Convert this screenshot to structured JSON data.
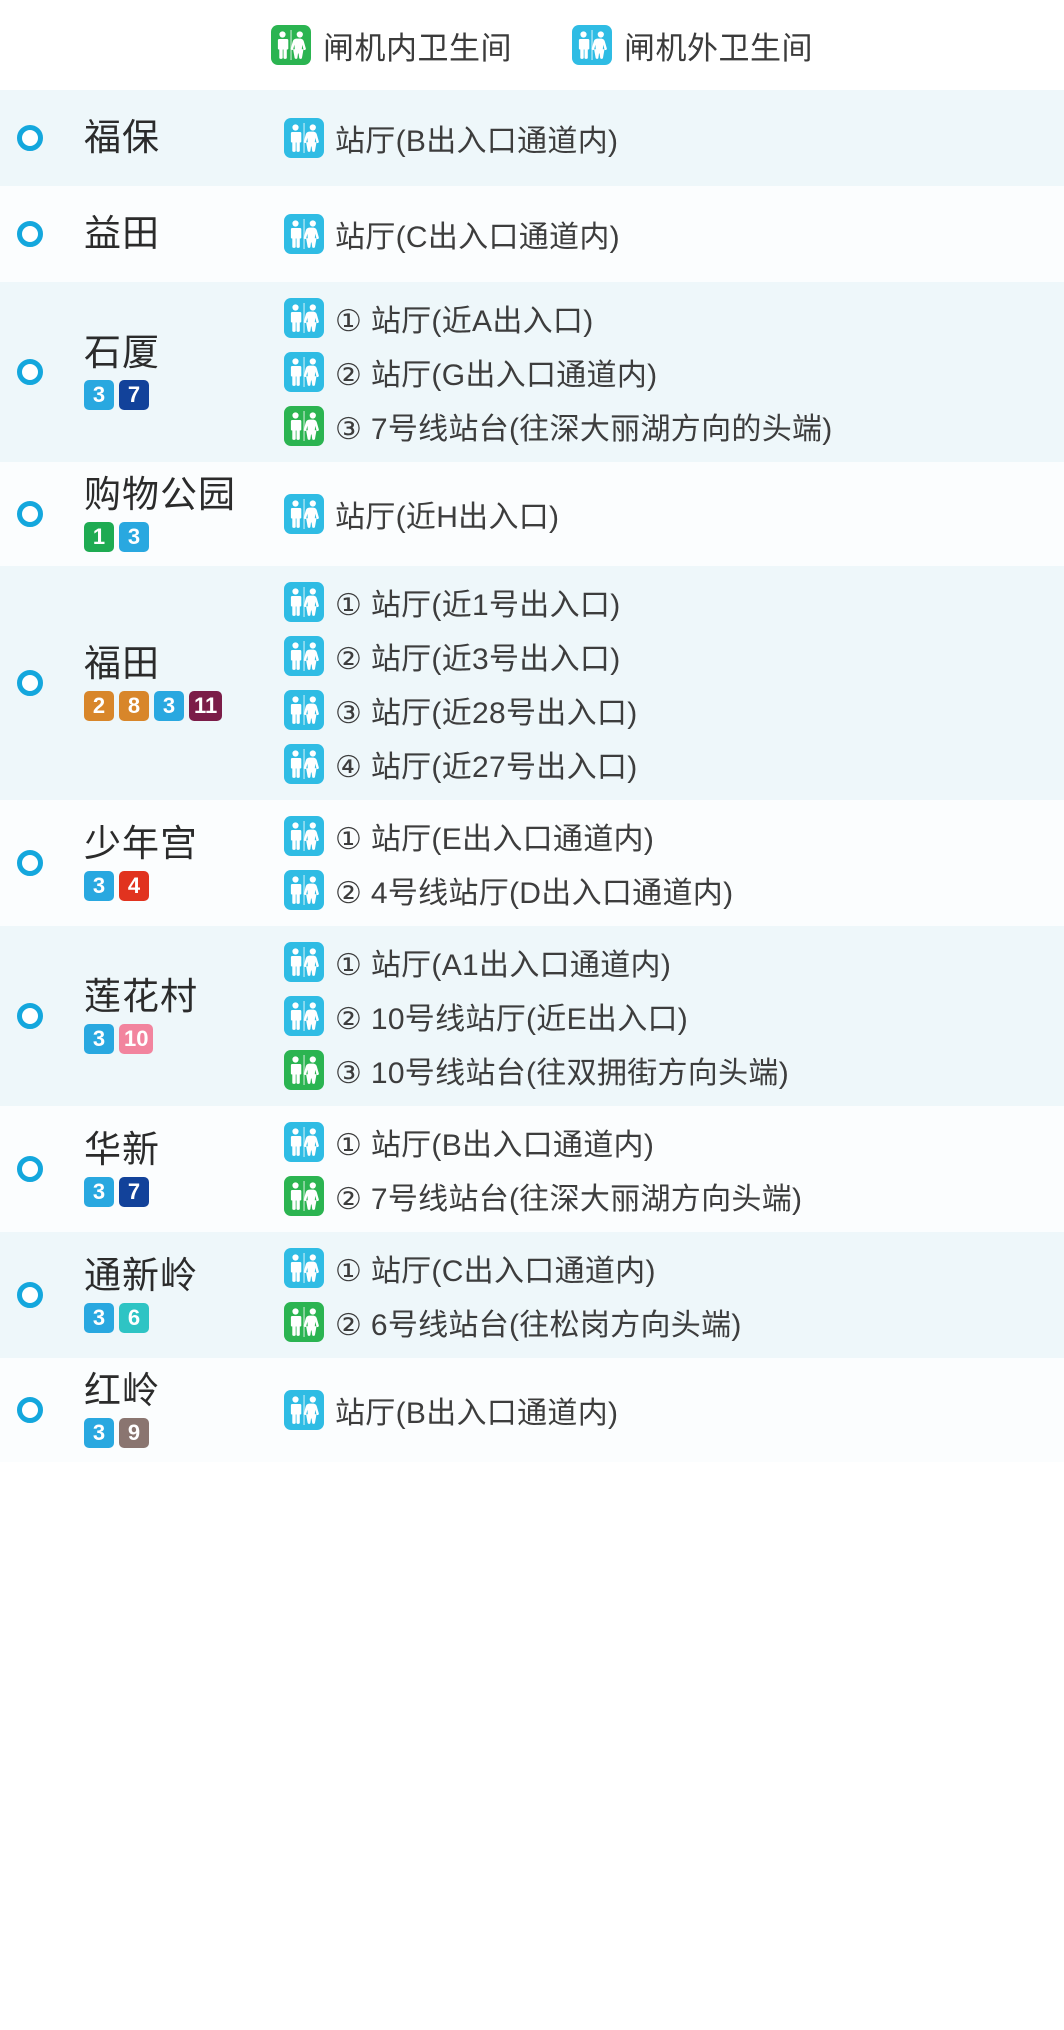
{
  "legend": {
    "items": [
      {
        "icon": "toilet-icon-inside-gate",
        "type": "inside",
        "label": "闸机内卫生间"
      },
      {
        "icon": "toilet-icon-outside-gate",
        "type": "outside",
        "label": "闸机外卫生间"
      }
    ]
  },
  "colors": {
    "rail": "#14a7dd",
    "inside_gate": "#2bb451",
    "outside_gate": "#2fbce4",
    "line_1": "#1eab52",
    "line_2": "#d8862a",
    "line_3": "#29a8e0",
    "line_4": "#e1331f",
    "line_6": "#2ec4c4",
    "line_7": "#12429a",
    "line_8": "#d8862a",
    "line_9": "#8a7570",
    "line_10": "#f2849e",
    "line_11": "#7b1d48"
  },
  "stations": [
    {
      "name": "福保",
      "lines": [],
      "facilities": [
        {
          "type": "outside",
          "text": "站厅(B出入口通道内)"
        }
      ]
    },
    {
      "name": "益田",
      "lines": [],
      "facilities": [
        {
          "type": "outside",
          "text": "站厅(C出入口通道内)"
        }
      ]
    },
    {
      "name": "石厦",
      "lines": [
        {
          "num": "3",
          "color": "#29a8e0"
        },
        {
          "num": "7",
          "color": "#12429a"
        }
      ],
      "facilities": [
        {
          "type": "outside",
          "text": "① 站厅(近A出入口)"
        },
        {
          "type": "outside",
          "text": "② 站厅(G出入口通道内)"
        },
        {
          "type": "inside",
          "text": "③ 7号线站台(往深大丽湖方向的头端)"
        }
      ]
    },
    {
      "name": "购物公园",
      "lines": [
        {
          "num": "1",
          "color": "#1eab52"
        },
        {
          "num": "3",
          "color": "#29a8e0"
        }
      ],
      "facilities": [
        {
          "type": "outside",
          "text": "站厅(近H出入口)"
        }
      ]
    },
    {
      "name": "福田",
      "lines": [
        {
          "num": "2",
          "color": "#d8862a"
        },
        {
          "num": "8",
          "color": "#d8862a"
        },
        {
          "num": "3",
          "color": "#29a8e0"
        },
        {
          "num": "11",
          "color": "#7b1d48"
        }
      ],
      "facilities": [
        {
          "type": "outside",
          "text": "① 站厅(近1号出入口)"
        },
        {
          "type": "outside",
          "text": "② 站厅(近3号出入口)"
        },
        {
          "type": "outside",
          "text": "③ 站厅(近28号出入口)"
        },
        {
          "type": "outside",
          "text": "④ 站厅(近27号出入口)"
        }
      ]
    },
    {
      "name": "少年宫",
      "lines": [
        {
          "num": "3",
          "color": "#29a8e0"
        },
        {
          "num": "4",
          "color": "#e1331f"
        }
      ],
      "facilities": [
        {
          "type": "outside",
          "text": "① 站厅(E出入口通道内)"
        },
        {
          "type": "outside",
          "text": "② 4号线站厅(D出入口通道内)"
        }
      ]
    },
    {
      "name": "莲花村",
      "lines": [
        {
          "num": "3",
          "color": "#29a8e0"
        },
        {
          "num": "10",
          "color": "#f2849e"
        }
      ],
      "facilities": [
        {
          "type": "outside",
          "text": "① 站厅(A1出入口通道内)"
        },
        {
          "type": "outside",
          "text": "② 10号线站厅(近E出入口)"
        },
        {
          "type": "inside",
          "text": "③ 10号线站台(往双拥街方向头端)"
        }
      ]
    },
    {
      "name": "华新",
      "lines": [
        {
          "num": "3",
          "color": "#29a8e0"
        },
        {
          "num": "7",
          "color": "#12429a"
        }
      ],
      "facilities": [
        {
          "type": "outside",
          "text": "① 站厅(B出入口通道内)"
        },
        {
          "type": "inside",
          "text": "② 7号线站台(往深大丽湖方向头端)"
        }
      ]
    },
    {
      "name": "通新岭",
      "lines": [
        {
          "num": "3",
          "color": "#29a8e0"
        },
        {
          "num": "6",
          "color": "#2ec4c4"
        }
      ],
      "facilities": [
        {
          "type": "outside",
          "text": "① 站厅(C出入口通道内)"
        },
        {
          "type": "inside",
          "text": "② 6号线站台(往松岗方向头端)"
        }
      ]
    },
    {
      "name": "红岭",
      "lines": [
        {
          "num": "3",
          "color": "#29a8e0"
        },
        {
          "num": "9",
          "color": "#8a7570"
        }
      ],
      "facilities": [
        {
          "type": "outside",
          "text": "站厅(B出入口通道内)"
        }
      ]
    }
  ]
}
